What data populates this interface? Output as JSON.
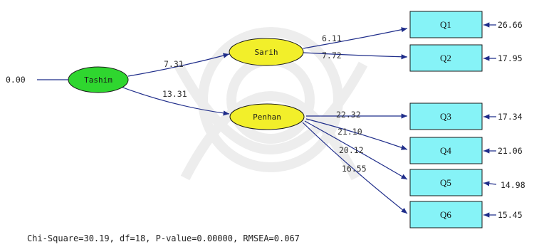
{
  "latent_nodes": {
    "tashim": {
      "label": "Tashim",
      "fill": "#2fd62f"
    },
    "sarih": {
      "label": "Sarih",
      "fill": "#f2ef2a"
    },
    "penhan": {
      "label": "Penhan",
      "fill": "#f2ef2a"
    }
  },
  "indicators": [
    {
      "id": "q1",
      "label": "Q1",
      "error": "26.66",
      "loading": "6.11"
    },
    {
      "id": "q2",
      "label": "Q2",
      "error": "17.95",
      "loading": "7.72"
    },
    {
      "id": "q3",
      "label": "Q3",
      "error": "17.34",
      "loading": "22.32"
    },
    {
      "id": "q4",
      "label": "Q4",
      "error": "21.06",
      "loading": "21.10"
    },
    {
      "id": "q5",
      "label": "Q5",
      "error": "14.98",
      "loading": "20.12"
    },
    {
      "id": "q6",
      "label": "Q6",
      "error": "15.45",
      "loading": "16.55"
    }
  ],
  "structural_paths": {
    "tashim_to_sarih": "7.31",
    "tashim_to_penhan": "13.31"
  },
  "tashim_error": "0.00",
  "fit_statistics": "Chi-Square=30.19, df=18, P-value=0.00000, RMSEA=0.067",
  "colors": {
    "indicator_fill": "#86f3f7",
    "arrow": "#1f2d8a"
  }
}
